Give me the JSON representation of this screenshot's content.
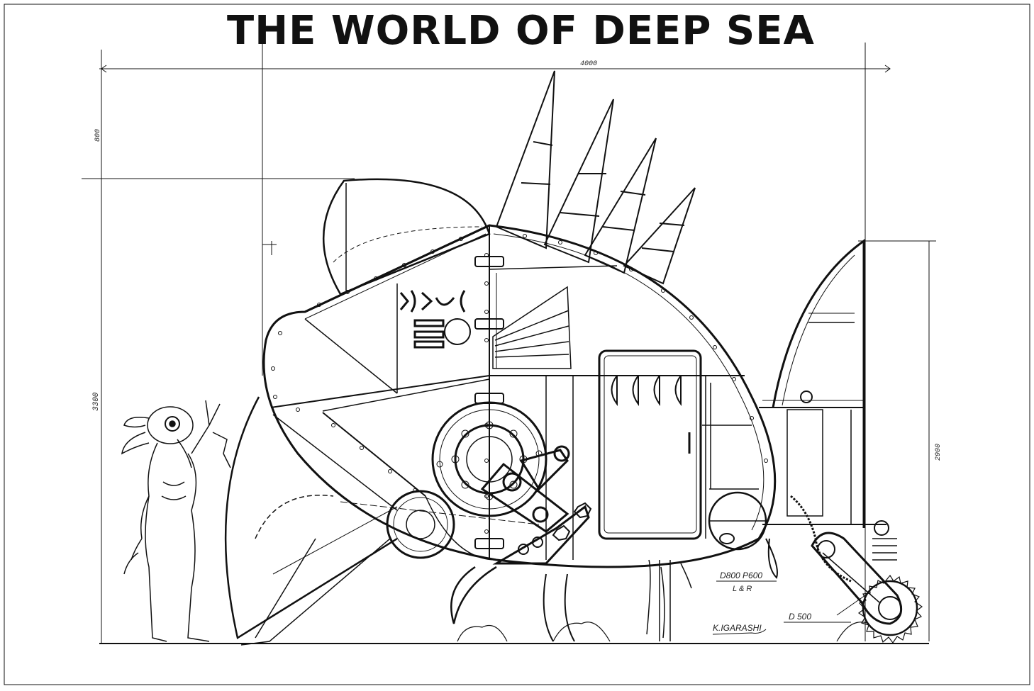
{
  "title": "THE WORLD OF DEEP SEA",
  "dimensions": {
    "width_total": "4000",
    "height_top": "800",
    "height_body": "3300",
    "height_rear": "2900"
  },
  "annotations": {
    "wheel_spec": "D800  P600",
    "wheel_side": "L & R",
    "rear_wheel": "D 500",
    "signature": "K.IGARASHI"
  },
  "colors": {
    "ink": "#111111",
    "paper": "#ffffff"
  }
}
